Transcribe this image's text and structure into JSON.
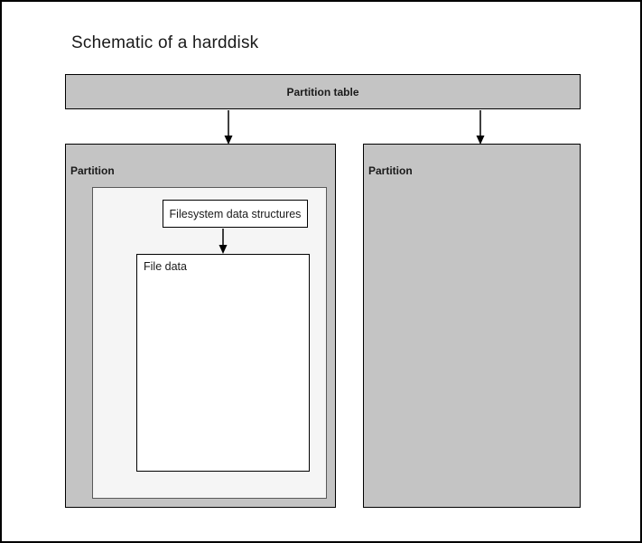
{
  "title": "Schematic of a harddisk",
  "diagram": {
    "partition_table_label": "Partition table",
    "left_partition_label": "Partition",
    "right_partition_label": "Partition",
    "filesystem_box_label": "Filesystem data structures",
    "file_data_label": "File data"
  },
  "colors": {
    "box_gray": "#c4c4c4",
    "inner_light": "#f5f5f5",
    "white_box": "#ffffff",
    "box_border": "#000000",
    "inner_border": "#595959",
    "text_dark": "#1a1a1a",
    "arrow": "#000000"
  }
}
